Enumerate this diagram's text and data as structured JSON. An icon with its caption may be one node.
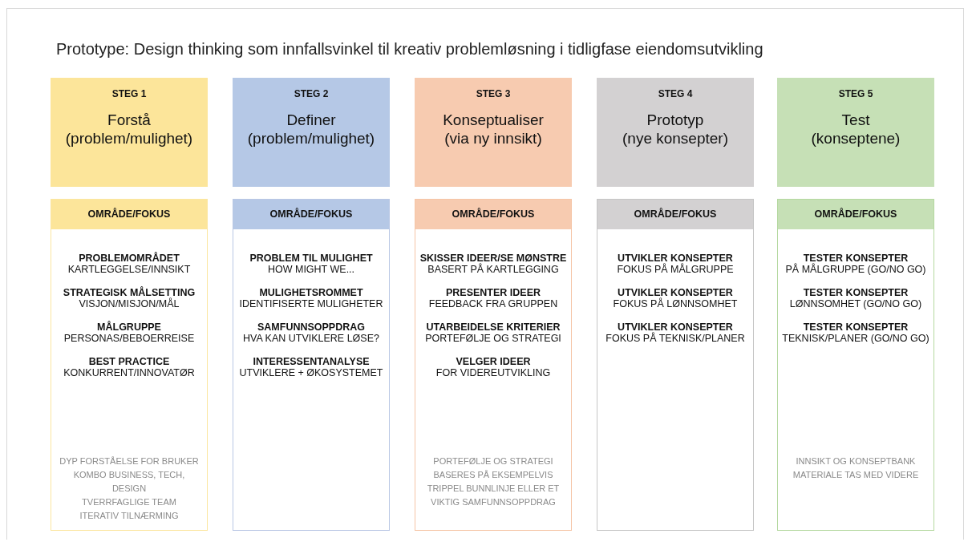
{
  "diagram": {
    "title": "Prototype: Design thinking som innfallsvinkel til kreativ problemløsning i tidligfase eiendomsutvikling",
    "nodes": [
      {
        "text": [
          "STEG 1",
          "Forstå (problem/mulighet)"
        ]
      },
      {
        "text": [
          "STEG 2",
          "Definer (problem/mulighet)"
        ]
      },
      {
        "text": [
          "STEG 3",
          "Konseptualiser (via ny innsikt)"
        ]
      },
      {
        "text": [
          "STEG 4",
          "Prototyp (nye konsepter)"
        ]
      },
      {
        "text": [
          "STEG 5",
          "Test (konseptene)"
        ]
      },
      {
        "text": [
          "OMRÅDE/FOKUS",
          "PROBLEMOMRÅDET",
          "KARTLEGGELSE/INNSIKT",
          "STRATEGISK MÅLSETTING",
          "VISJON/MISJON/MÅL",
          "MÅLGRUPPE",
          "PERSONAS/BEBOERREISE",
          "BEST PRACTICE",
          "KONKURRENT/INNOVATØR",
          "DYP FORSTÅELSE FOR BRUKER",
          "KOMBO BUSINESS, TECH, DESIGN",
          "TVERRFAGLIGE TEAM",
          "ITERATIV TILNÆRMING"
        ]
      },
      {
        "text": [
          "OMRÅDE/FOKUS",
          "PROBLEM TIL MULIGHET",
          "HOW MIGHT WE...",
          "MULIGHETSROMMET",
          "IDENTIFISERTE MULIGHETER",
          "SAMFUNNSOPPDRAG",
          "HVA KAN UTVIKLERE LØSE?",
          "INTERESSENTANALYSE",
          "UTVIKLERE + ØKOSYSTEMET"
        ]
      },
      {
        "text": [
          "OMRÅDE/FOKUS",
          "SKISSER IDEER/SE MØNSTRE",
          "BASERT PÅ KARTLEGGING",
          "PRESENTER IDEER",
          "FEEDBACK FRA GRUPPEN",
          "UTARBEIDELSE KRITERIER",
          "PORTEFØLJE OG STRATEGI",
          "VELGER IDEER",
          "FOR VIDEREUTVIKLING",
          "PORTEFØLJE OG STRATEGI BASERES PÅ EKSEMPELVIS TRIPPEL BUNNLINJE ELLER ET VIKTIG SAMFUNNSOPPDRAG"
        ]
      },
      {
        "text": [
          "OMRÅDE/FOKUS",
          "UTVIKLER KONSEPTER",
          "FOKUS PÅ MÅLGRUPPE",
          "UTVIKLER KONSEPTER",
          "FOKUS PÅ LØNNSOMHET",
          "UTVIKLER KONSEPTER",
          "FOKUS PÅ TEKNISK/PLANER"
        ]
      },
      {
        "text": [
          "OMRÅDE/FOKUS",
          "TESTER KONSEPTER",
          "PÅ MÅLGRUPPE (GO/NO GO)",
          "TESTER KONSEPTER",
          "LØNNSOMHET (GO/NO GO)",
          "TESTER KONSEPTER",
          "TEKNISK/PLANER (GO/NO GO)",
          "INNSIKT OG KONSEPTBANK",
          "MATERIALE TAS MED VIDERE"
        ]
      }
    ]
  }
}
